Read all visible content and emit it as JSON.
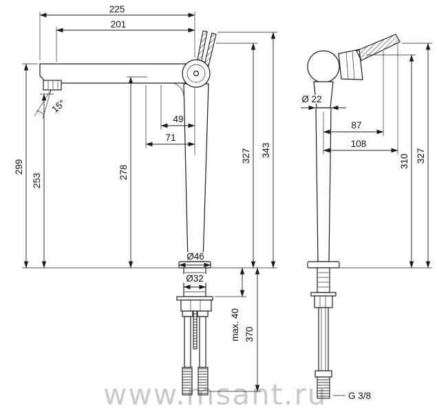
{
  "drawing": {
    "type": "technical-dimension-drawing",
    "subject": "tall single-lever basin mixer faucet — side view and front view with dimensions (mm)",
    "line_color": "#1a1a1a",
    "background": "#ffffff"
  },
  "watermark": {
    "text": "www.msant.ru",
    "color": "#c9c9c9"
  },
  "dims": {
    "top_width": "225",
    "spout_reach": "201",
    "spout_angle": "15°",
    "height_299": "299",
    "height_253": "253",
    "height_278": "278",
    "offset_49": "49",
    "offset_71": "71",
    "height_343": "343",
    "height_327_left": "327",
    "dia_46": "Ø46",
    "dia_32": "Ø32",
    "max_depth": "max. 40",
    "hose_370": "370",
    "dia_22": "Ø 22",
    "offset_87": "87",
    "offset_108": "108",
    "height_310": "310",
    "height_327_right": "327",
    "thread": "G 3/8"
  }
}
